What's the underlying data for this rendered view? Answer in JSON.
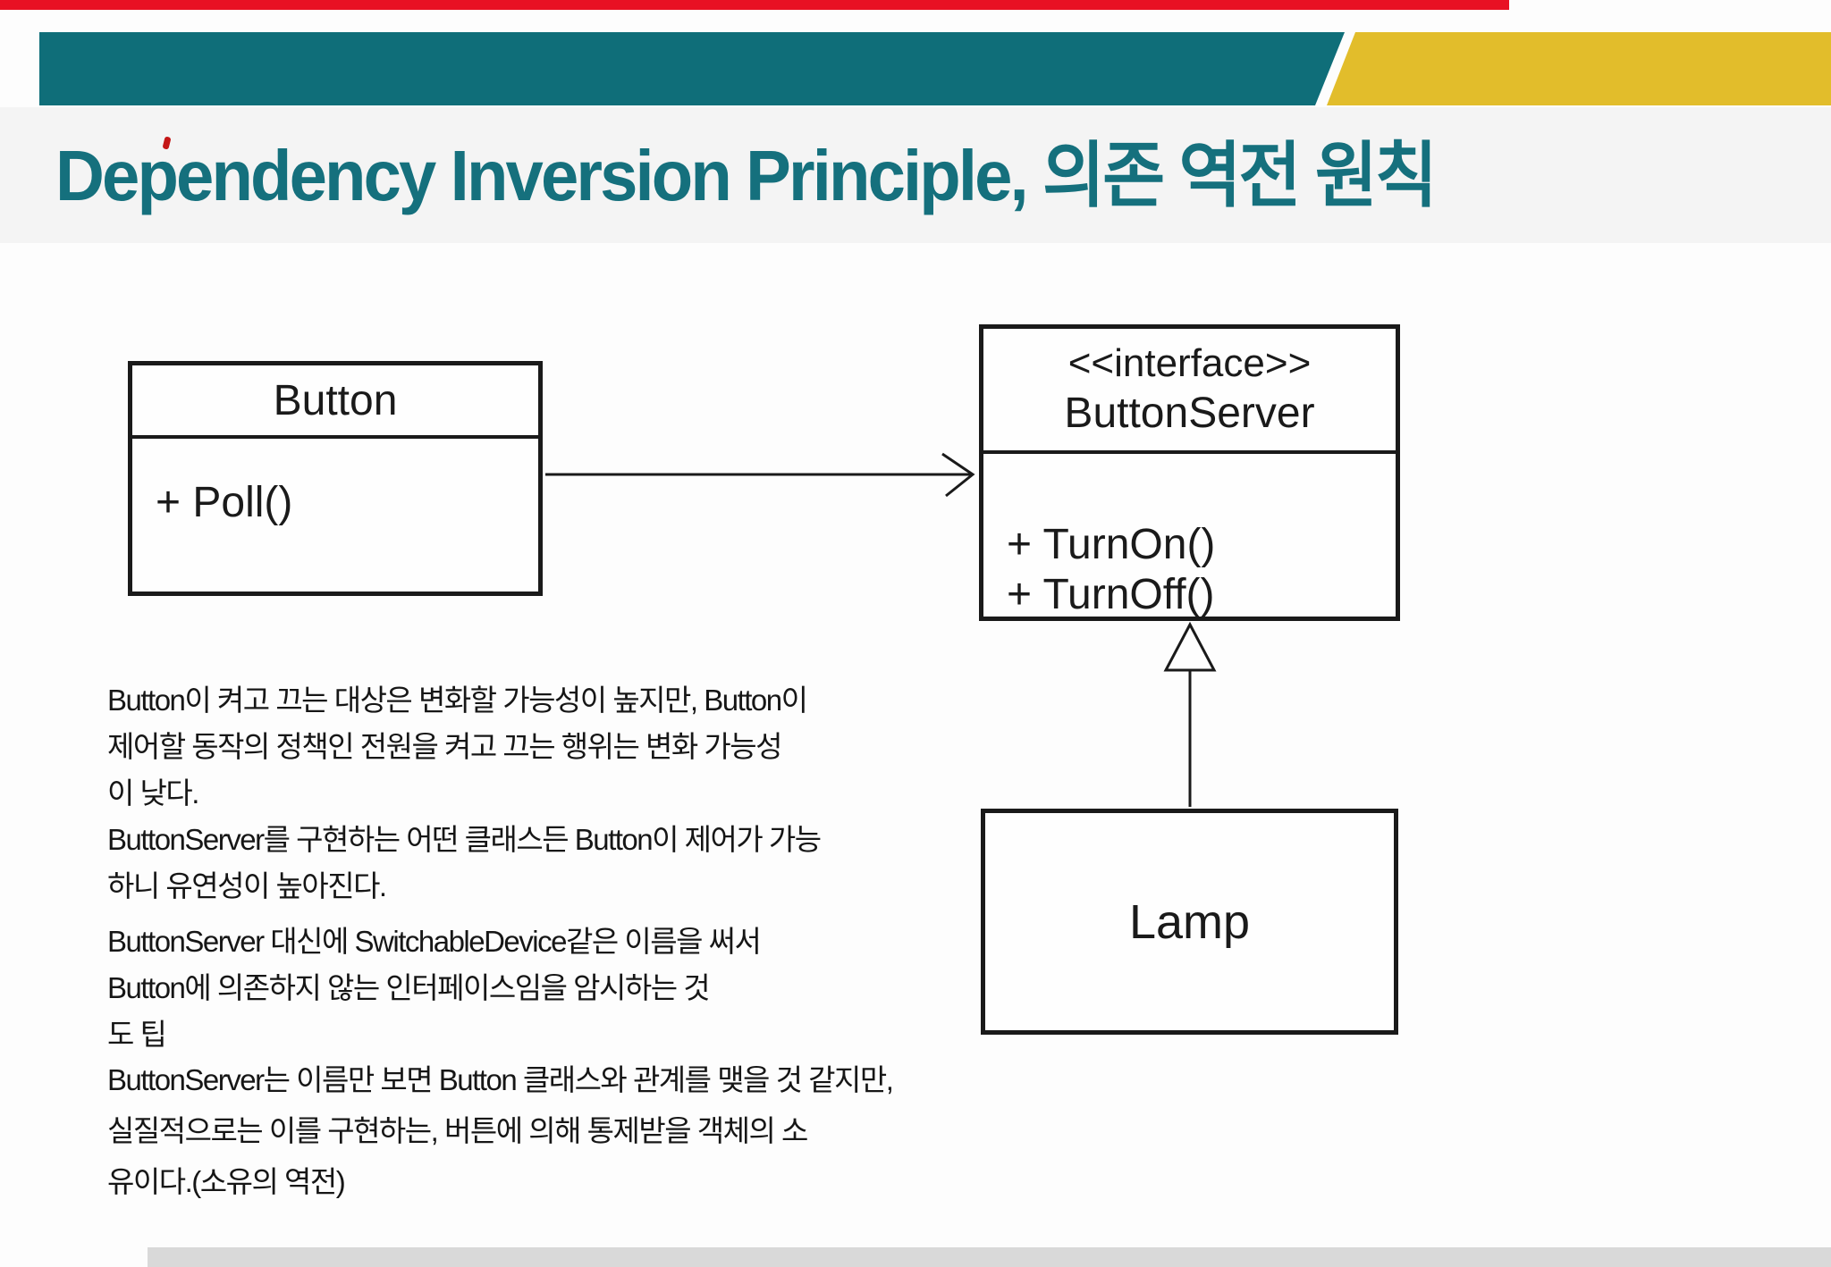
{
  "banner": {
    "teal_color": "#0f6e79",
    "yellow_color": "#e2bd2b",
    "red_bar_color": "#e81123"
  },
  "title": {
    "text": "Dependency Inversion Principle, 의존 역전 원칙",
    "color": "#15707d"
  },
  "uml": {
    "button": {
      "name": "Button",
      "method": "+ Poll()"
    },
    "server": {
      "stereotype": "<<interface>>",
      "name": "ButtonServer",
      "method1": "+ TurnOn()",
      "method2": "+ TurnOff()"
    },
    "lamp": {
      "name": "Lamp"
    },
    "relations": {
      "dependency": "Button → ButtonServer",
      "generalization": "Lamp ▷ ButtonServer"
    }
  },
  "notes": {
    "p1l1": "Button이 켜고 끄는 대상은 변화할 가능성이 높지만, Button이",
    "p1l2": "제어할 동작의 정책인 전원을 켜고 끄는 행위는 변화 가능성",
    "p1l3": "이 낮다.",
    "p2l1": "ButtonServer를 구현하는 어떤 클래스든 Button이 제어가 가능",
    "p2l2": "하니 유연성이 높아진다.",
    "p3l1": "ButtonServer 대신에 SwitchableDevice같은 이름을 써서",
    "p3l2": "Button에 의존하지 않는 인터페이스임을 암시하는 것",
    "p3l3": "도 팁",
    "p4l1": "ButtonServer는 이름만 보면 Button 클래스와 관계를 맺을 것 같지만,",
    "p4l2": "실질적으로는 이를 구현하는, 버튼에 의해 통제받을 객체의 소",
    "p4l3": "유이다.(소유의 역전)"
  }
}
